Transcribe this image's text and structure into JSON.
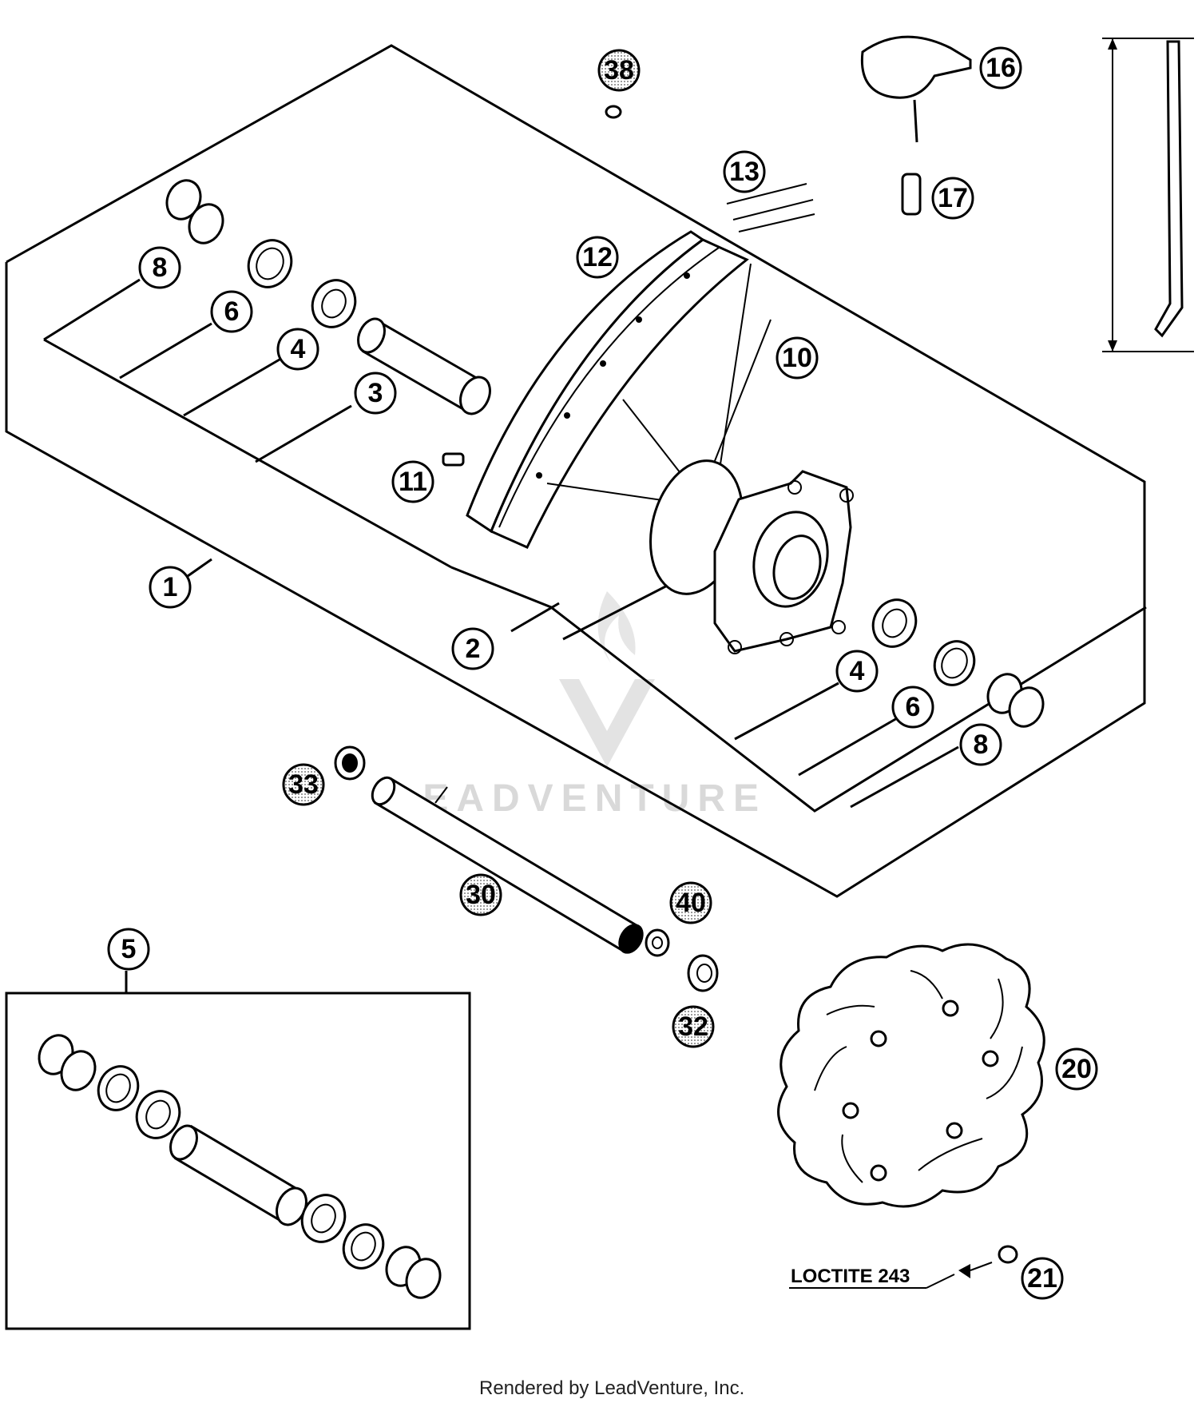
{
  "callouts": [
    {
      "id": "c1",
      "label": "1"
    },
    {
      "id": "c2",
      "label": "2"
    },
    {
      "id": "c3",
      "label": "3"
    },
    {
      "id": "c4a",
      "label": "4"
    },
    {
      "id": "c4b",
      "label": "4"
    },
    {
      "id": "c5",
      "label": "5"
    },
    {
      "id": "c6a",
      "label": "6"
    },
    {
      "id": "c6b",
      "label": "6"
    },
    {
      "id": "c8a",
      "label": "8"
    },
    {
      "id": "c8b",
      "label": "8"
    },
    {
      "id": "c10",
      "label": "10"
    },
    {
      "id": "c11",
      "label": "11"
    },
    {
      "id": "c12",
      "label": "12"
    },
    {
      "id": "c13",
      "label": "13"
    },
    {
      "id": "c16",
      "label": "16"
    },
    {
      "id": "c17",
      "label": "17"
    },
    {
      "id": "c20",
      "label": "20"
    },
    {
      "id": "c21",
      "label": "21"
    },
    {
      "id": "c30",
      "label": "30"
    },
    {
      "id": "c32",
      "label": "32"
    },
    {
      "id": "c33",
      "label": "33"
    },
    {
      "id": "c38",
      "label": "38"
    },
    {
      "id": "c40",
      "label": "40"
    }
  ],
  "note": "LOCTITE 243",
  "watermark": "LEADVENTURE",
  "footer": "Rendered by LeadVenture, Inc."
}
